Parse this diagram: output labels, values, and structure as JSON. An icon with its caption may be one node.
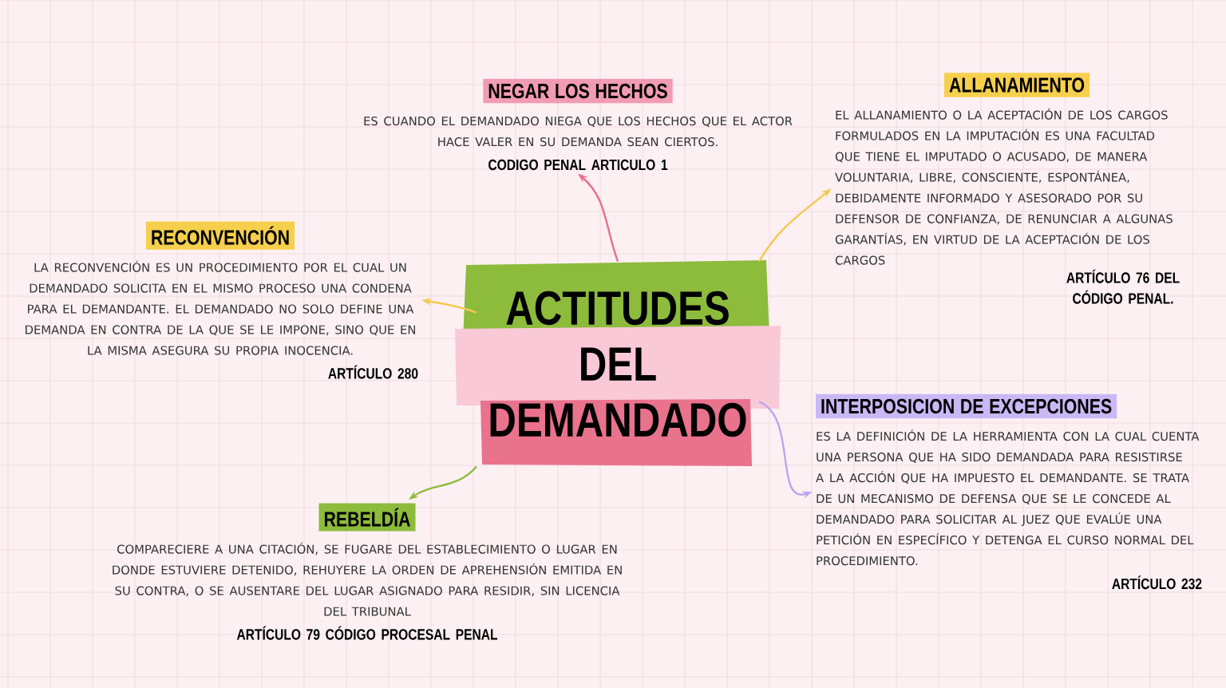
{
  "diagram": {
    "nodes": [
      {
        "text": [
          "ACTITUDES DEL DEMANDADO"
        ]
      },
      {
        "text": [
          "NEGAR LOS HECHOS",
          "ES CUANDO EL DEMANDADO NIEGA QUE LOS HECHOS QUE EL ACTOR HACE VALER EN SU DEMANDA SEAN CIERTOS.",
          "CODIGO PENAL ARTICULO 1"
        ]
      },
      {
        "text": [
          "RECONVENCIÓN",
          "LA RECONVENCIÓN ES UN PROCEDIMIENTO POR EL CUAL UN DEMANDADO SOLICITA EN EL MISMO PROCESO UNA CONDENA PARA EL DEMANDANTE. EL DEMANDADO NO SOLO DEFINE UNA DEMANDA EN CONTRA DE LA QUE SE LE IMPONE, SINO QUE EN LA MISMA ASEGURA SU PROPIA INOCENCIA.",
          "ARTÍCULO 280"
        ]
      },
      {
        "text": [
          "ALLANAMIENTO",
          "EL ALLANAMIENTO O LA ACEPTACIÓN DE LOS CARGOS FORMULADOS EN LA IMPUTACIÓN ES UNA FACULTAD QUE TIENE EL IMPUTADO O ACUSADO, DE MANERA VOLUNTARIA, LIBRE, CONSCIENTE, ESPONTÁNEA, DEBIDAMENTE INFORMADO Y ASESORADO POR SU DEFENSOR DE CONFIANZA, DE RENUNCIAR A ALGUNAS GARANTÍAS, EN VIRTUD DE LA ACEPTACIÓN DE LOS CARGOS",
          "ARTÍCULO 76 DEL CÓDIGO PENAL."
        ]
      },
      {
        "text": [
          "INTERPOSICION DE EXCEPCIONES",
          "ES LA DEFINICIÓN DE LA HERRAMIENTA CON LA CUAL CUENTA UNA PERSONA QUE HA SIDO DEMANDADA PARA RESISTIRSE A LA ACCIÓN QUE HA IMPUESTO EL DEMANDANTE. SE TRATA DE UN MECANISMO DE DEFENSA QUE SE LE CONCEDE AL DEMANDADO PARA SOLICITAR AL JUEZ QUE EVALÚE UNA PETICIÓN EN ESPECÍFICO Y DETENGA EL CURSO NORMAL DEL PROCEDIMIENTO.",
          "ARTÍCULO 232"
        ]
      },
      {
        "text": [
          "REBELDÍA",
          "COMPARECIERE A UNA CITACIÓN, SE FUGARE DEL ESTABLECIMIENTO O LUGAR EN DONDE ESTUVIERE DETENIDO, REHUYERE LA ORDEN DE APREHENSIÓN EMITIDA EN SU CONTRA, O SE AUSENTARE DEL LUGAR ASIGNADO PARA RESIDIR, SIN LICENCIA DEL TRIBUNAL",
          "ARTÍCULO 79  CÓDIGO PROCESAL PENAL"
        ]
      }
    ],
    "edges": [
      {
        "from": 0,
        "to": 1,
        "arrow": "to",
        "color": "#e8718a"
      },
      {
        "from": 0,
        "to": 2,
        "arrow": "to",
        "color": "#f2c94c"
      },
      {
        "from": 0,
        "to": 3,
        "arrow": "to",
        "color": "#f2c94c"
      },
      {
        "from": 0,
        "to": 4,
        "arrow": "to",
        "color": "#b8a6ee"
      },
      {
        "from": 0,
        "to": 5,
        "arrow": "to",
        "color": "#8dbb3c"
      }
    ]
  }
}
